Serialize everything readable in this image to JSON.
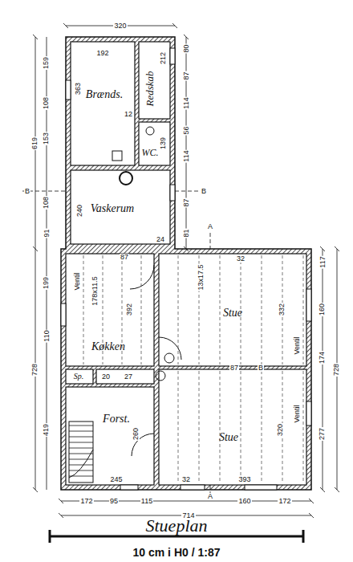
{
  "diagram": {
    "title": "Stueplan",
    "caption": "10 cm i H0 / 1:87",
    "nodes": [
      {
        "text": [
          "Brænds."
        ]
      },
      {
        "text": [
          "Redskab"
        ]
      },
      {
        "text": [
          "WC."
        ]
      },
      {
        "text": [
          "Vaskerum"
        ]
      },
      {
        "text": [
          "Køkken"
        ]
      },
      {
        "text": [
          "Sp."
        ]
      },
      {
        "text": [
          "Forst."
        ]
      },
      {
        "text": [
          "Stue"
        ]
      },
      {
        "text": [
          "Stue"
        ]
      }
    ],
    "labels": [
      "320",
      "192",
      "363",
      "212",
      "12",
      "139",
      "80",
      "87",
      "114",
      "56",
      "114",
      "87",
      "81",
      "619",
      "159",
      "108",
      "153",
      "108",
      "91",
      "240",
      "B",
      "B",
      "A",
      "24",
      "87",
      "32",
      "728",
      "199",
      "110",
      "419",
      "117",
      "160",
      "174",
      "277",
      "728",
      "Ventil",
      "178x11.5",
      "392",
      "13x17.5",
      "332",
      "Ventil",
      "87",
      "B",
      "Ventil",
      "20",
      "27",
      "260",
      "320",
      "245",
      "393",
      "32",
      "A",
      "172",
      "95",
      "115",
      "160",
      "172",
      "714"
    ]
  }
}
